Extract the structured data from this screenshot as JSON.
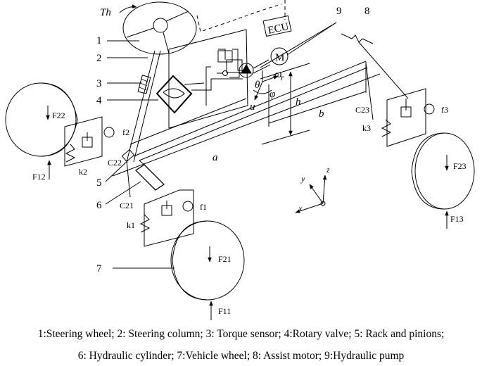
{
  "diagram": {
    "torque_label": "Th",
    "ecu_label": "ECU",
    "motor_label": "M",
    "callouts": [
      "1",
      "2",
      "3",
      "4",
      "5",
      "6",
      "7",
      "8",
      "9"
    ],
    "wheel_forces": {
      "front_left": "F22",
      "front_left_ground": "F12",
      "rear_left": "F21",
      "rear_left_ground": "F11",
      "right": "F23",
      "right_ground": "F13"
    },
    "suspension": {
      "front_left": {
        "damper": "C22",
        "spring": "k2",
        "mass": "f2"
      },
      "rear_left": {
        "damper": "C21",
        "spring": "k1",
        "mass": "f1"
      },
      "right": {
        "damper": "C23",
        "spring": "k3",
        "mass": "f3"
      }
    },
    "dimensions": {
      "a": "a",
      "b": "b",
      "h": "h"
    },
    "angles": {
      "theta": "θ",
      "omega_r": "ω",
      "omega_sub": "r",
      "phi": "φ",
      "u": "u"
    },
    "axes": {
      "x": "x",
      "y": "y",
      "z": "z"
    }
  },
  "caption": {
    "line1": "1:Steering wheel; 2: Steering column; 3: Torque sensor; 4:Rotary valve; 5: Rack and pinions;",
    "line2": "6: Hydraulic cylinder; 7:Vehicle wheel; 8: Assist motor; 9:Hydraulic pump"
  }
}
